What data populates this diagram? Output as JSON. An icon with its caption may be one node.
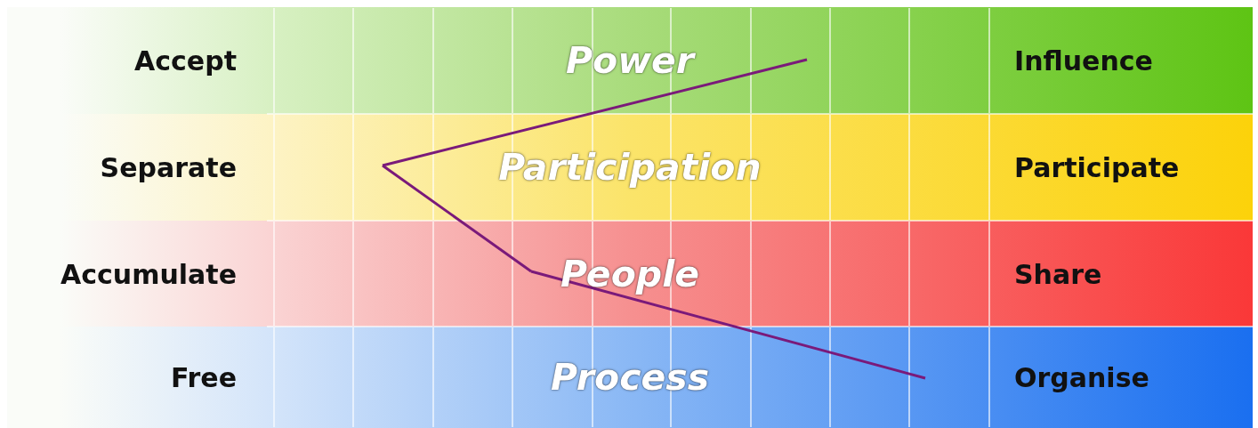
{
  "diagram": {
    "nodes": [
      {
        "text": [
          "Accept",
          "Power",
          "Influence"
        ]
      },
      {
        "text": [
          "Separate",
          "Participation",
          "Participate"
        ]
      },
      {
        "text": [
          "Accumulate",
          "People",
          "Share"
        ]
      },
      {
        "text": [
          "Free",
          "Process",
          "Organise"
        ]
      }
    ],
    "edges": [
      {
        "from": 0,
        "to": 1,
        "arrow": "none"
      },
      {
        "from": 1,
        "to": 2,
        "arrow": "none"
      },
      {
        "from": 2,
        "to": 3,
        "arrow": "none"
      }
    ]
  }
}
